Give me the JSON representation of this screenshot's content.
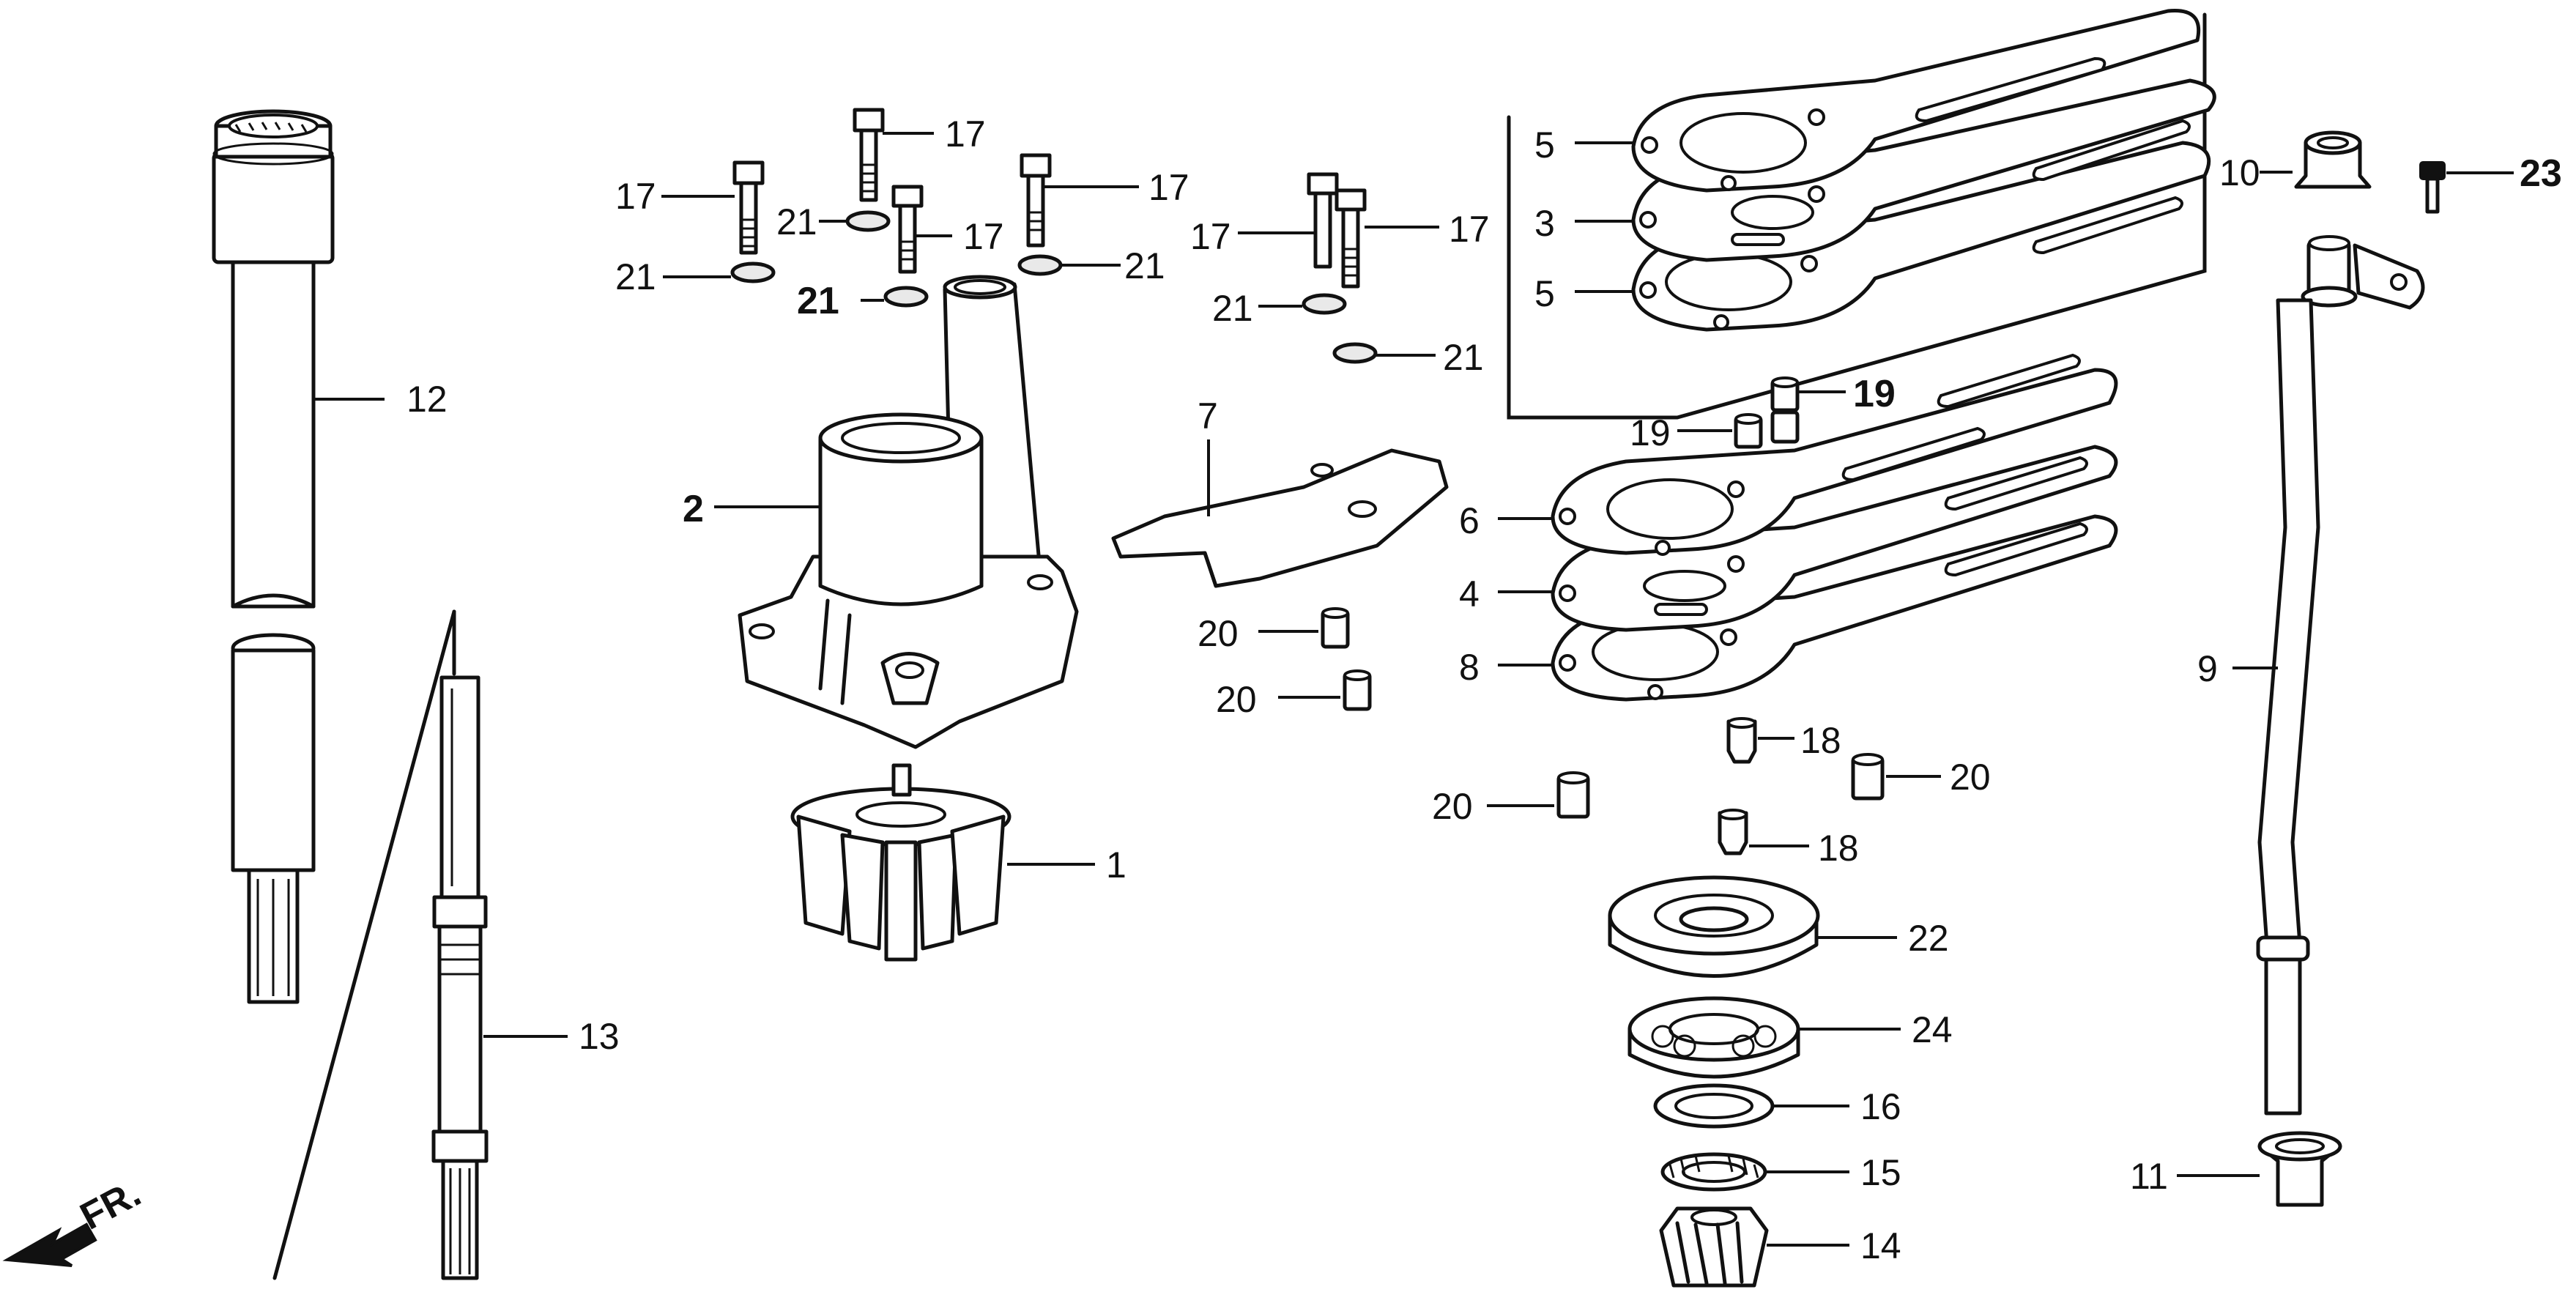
{
  "title": "Water pump / drive shaft exploded parts diagram",
  "direction_label": "FR.",
  "callouts": {
    "c1": "1",
    "c2": "2",
    "c3": "3",
    "c4": "4",
    "c5a": "5",
    "c5b": "5",
    "c6": "6",
    "c7": "7",
    "c8": "8",
    "c9": "9",
    "c10": "10",
    "c11": "11",
    "c12": "12",
    "c13": "13",
    "c14": "14",
    "c15": "15",
    "c16": "16",
    "c17a": "17",
    "c17b": "17",
    "c17c": "17",
    "c17d": "17",
    "c17e": "17",
    "c17f": "17",
    "c18a": "18",
    "c18b": "18",
    "c19a": "19",
    "c19b": "19",
    "c20a": "20",
    "c20b": "20",
    "c20c": "20",
    "c20d": "20",
    "c21a": "21",
    "c21b": "21",
    "c21c": "21",
    "c21d": "21",
    "c21e": "21",
    "c21f": "21",
    "c22": "22",
    "c23": "23",
    "c24": "24"
  }
}
